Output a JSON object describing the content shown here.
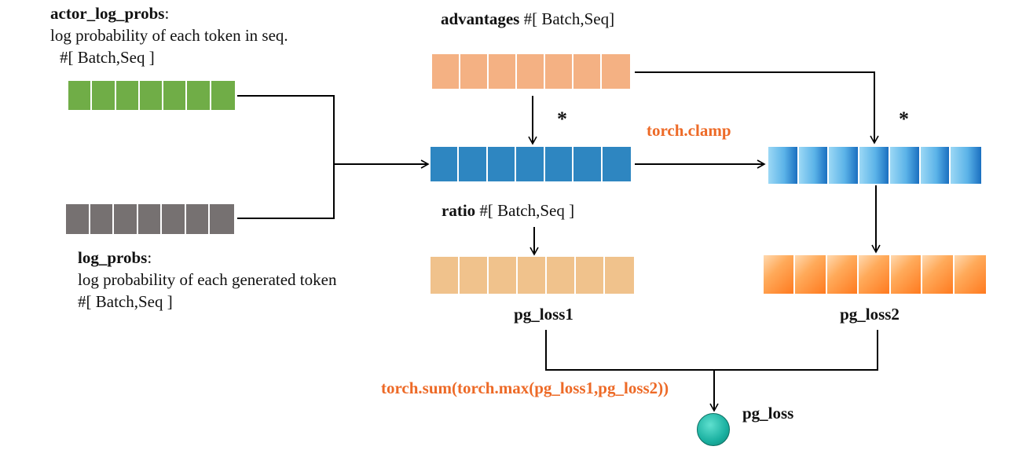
{
  "actor_log_probs": {
    "name": "actor_log_probs",
    "colon": ":",
    "desc": "log probability of each  token in seq.",
    "shape": "#[ Batch,Seq ]",
    "color": "#70AD47",
    "cells": 7
  },
  "log_probs": {
    "name": "log_probs",
    "colon": ":",
    "desc": "log probability of each generated token",
    "shape": "#[ Batch,Seq ]",
    "color": "#767171",
    "cells": 7
  },
  "advantages": {
    "name": "advantages",
    "shape": " #[ Batch,Seq]",
    "color": "#F4B183",
    "cells": 7
  },
  "ratio": {
    "name": "ratio",
    "shape": " #[ Batch,Seq ]",
    "color": "#2E86C1",
    "cells": 7
  },
  "clamped": {
    "color": "#5BB3E8",
    "cells": 7
  },
  "pg_loss1": {
    "name": "pg_loss1",
    "color": "#F0C28C",
    "cells": 7
  },
  "pg_loss2": {
    "name": "pg_loss2",
    "color": "#FF7A1F",
    "cells": 7
  },
  "ops": {
    "multiply_symbol": "*",
    "clamp_label": "torch.clamp",
    "sum_label": "torch.sum(torch.max(pg_loss1,pg_loss2))",
    "op_color": "#ED6A27"
  },
  "output": {
    "name": "pg_loss",
    "color": "#1AB0A0"
  }
}
